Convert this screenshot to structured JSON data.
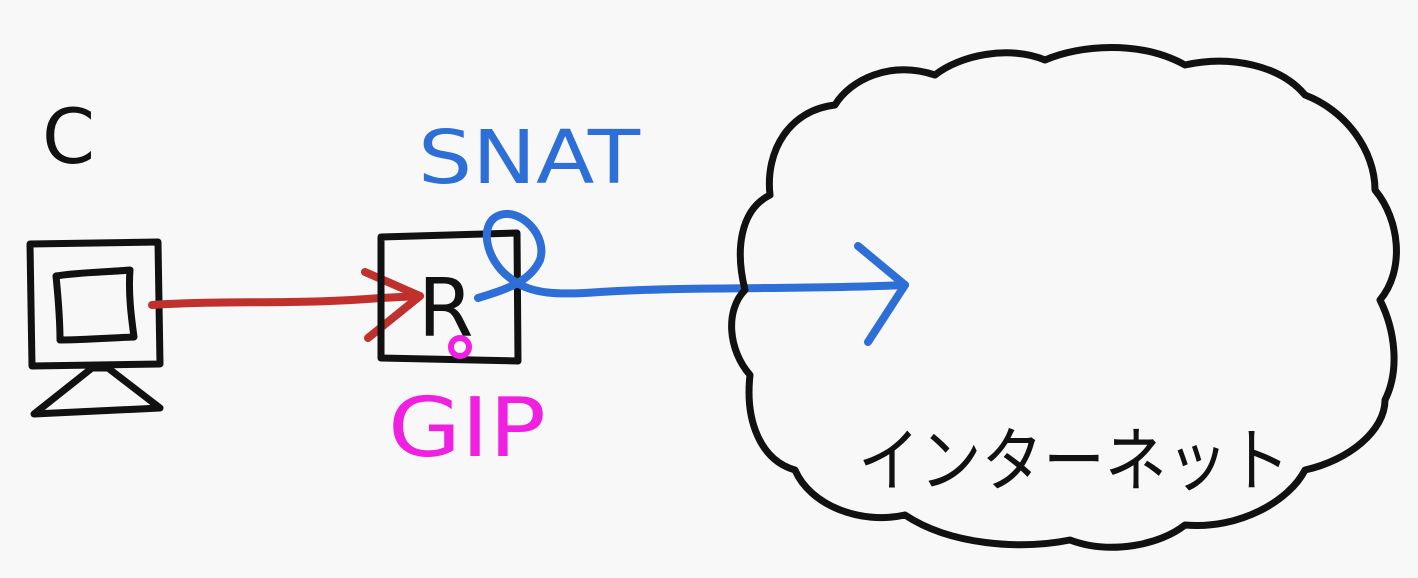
{
  "colors": {
    "background": "#f8f8f8",
    "ink": "#111111",
    "red_arrow": "#c0302c",
    "blue": "#2d6fd6",
    "magenta": "#f020e0"
  },
  "client": {
    "label": "C",
    "icon": "computer-monitor-icon"
  },
  "router": {
    "label": "R",
    "icon": "router-box-icon"
  },
  "labels": {
    "snat": "SNAT",
    "gip": "GIP",
    "internet": "インターネット"
  },
  "cloud": {
    "icon": "cloud-icon"
  }
}
